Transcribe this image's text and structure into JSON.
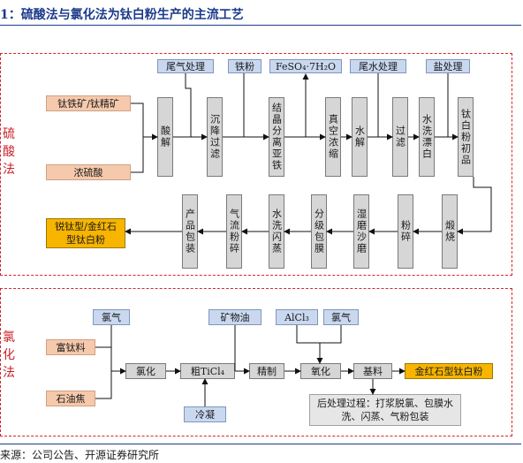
{
  "header": {
    "title": "1：硫酸法与氯化法为钛白粉生产的主流工艺"
  },
  "source": "来源：公司公告、开源证券研究所",
  "sulfate": {
    "side_label": "硫\n酸\n法",
    "inputs": [
      "钛铁矿/钛精矿",
      "浓硫酸"
    ],
    "top_boxes": [
      "尾气处理",
      "铁粉",
      "FeSO₄·7H₂O",
      "尾水处理",
      "盐处理"
    ],
    "row1_steps": [
      "酸解",
      "沉降过滤",
      "结晶分离亚铁",
      "真空浓缩",
      "水解",
      "过滤",
      "水洗漂白",
      "钛白粉初品"
    ],
    "row2_steps": [
      "煅烧",
      "粉碎",
      "湿磨沙磨",
      "分级包膜",
      "水洗闪蒸",
      "气流粉碎",
      "产品包装"
    ],
    "product": "锐钛型/金红石型钛白粉"
  },
  "chloride": {
    "side_label": "氯\n化\n法",
    "inputs": [
      "富钛料",
      "石油焦"
    ],
    "chlorine_in": "氯气",
    "mineral_oil": "矿物油",
    "alcl3": "AlCl₃",
    "chlorine_2": "氯气",
    "condense": "冷凝",
    "steps": [
      "氯化",
      "粗TiCl₄",
      "精制",
      "氧化",
      "基料"
    ],
    "product": "金红石型钛白粉",
    "post_note": "后处理过程：打浆脱氯、包膜水洗、闪蒸、气粉包装"
  }
}
